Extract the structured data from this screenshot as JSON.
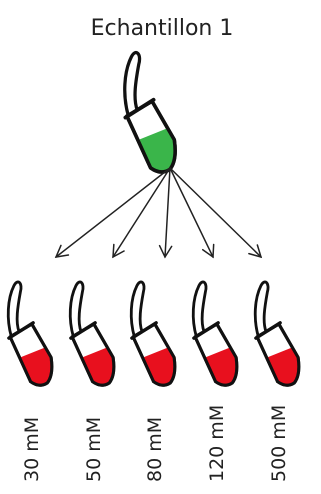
{
  "title": "Echantillon 1",
  "source_tube": {
    "liquid_color": "#3ab54a"
  },
  "target_tubes": [
    {
      "concentration": "30 mM",
      "liquid_color": "#e8101e"
    },
    {
      "concentration": "50 mM",
      "liquid_color": "#e8101e"
    },
    {
      "concentration": "80 mM",
      "liquid_color": "#e8101e"
    },
    {
      "concentration": "120 mM",
      "liquid_color": "#e8101e"
    },
    {
      "concentration": "500 mM",
      "liquid_color": "#e8101e"
    }
  ],
  "colors": {
    "outline": "#111111",
    "text": "#222222"
  }
}
